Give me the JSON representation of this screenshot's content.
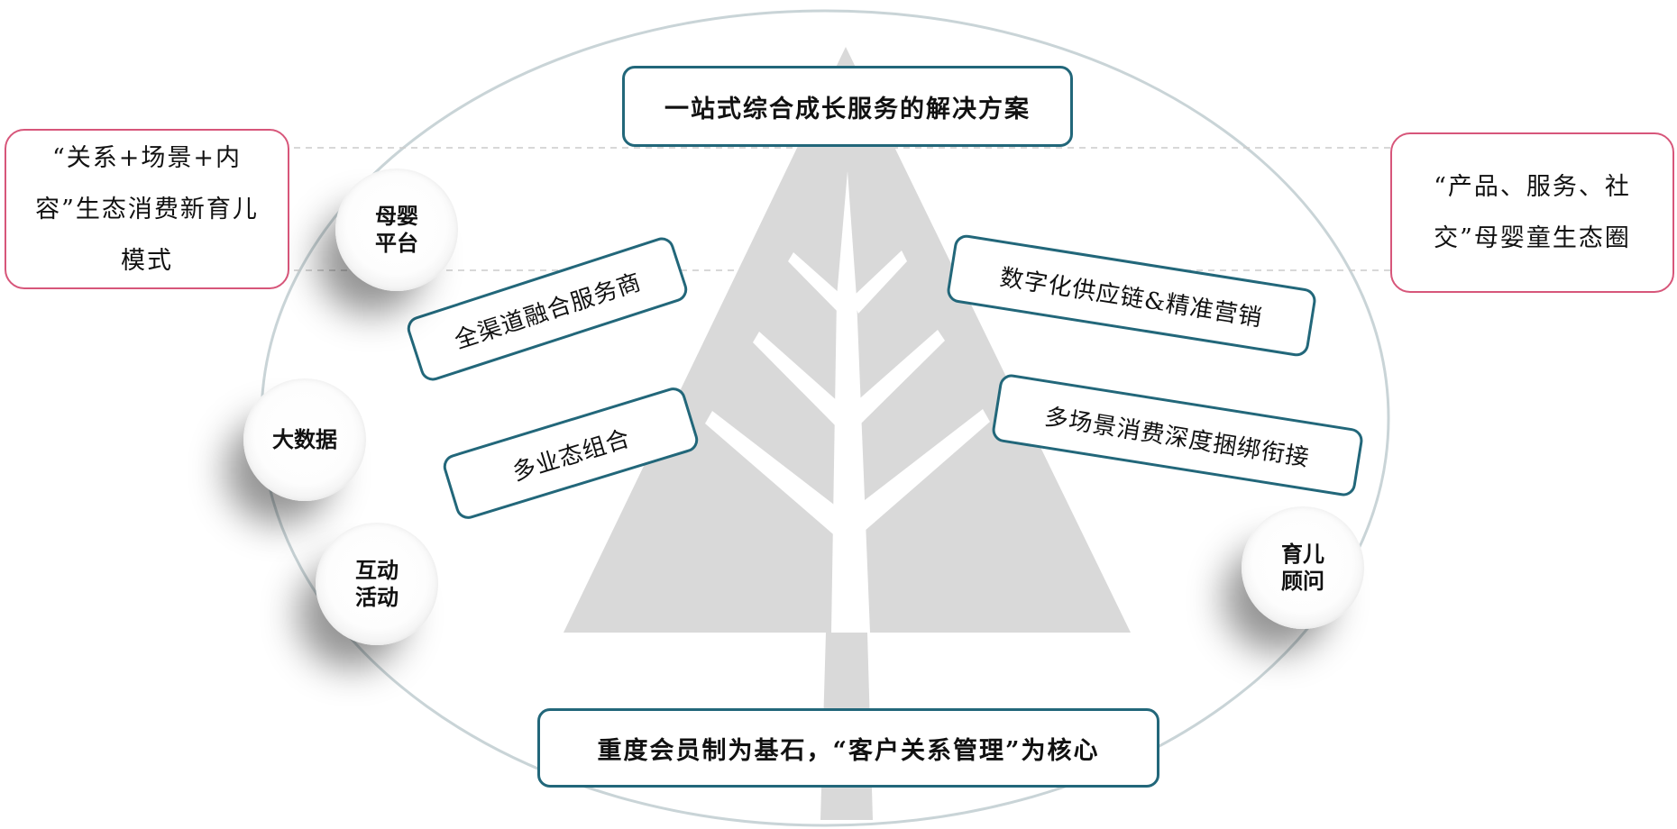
{
  "diagram": {
    "title": "一站式综合成长服务的解决方案",
    "foundation": "重度会员制为基石，“客户关系管理”为核心",
    "left_note": "“关系+场景+内容”生态消费新育儿模式",
    "right_note": "“产品、服务、社交”母婴童生态圈",
    "labels": {
      "channel": "全渠道融合服务商",
      "formats": "多业态组合",
      "supply_chain": "数字化供应链&精准营销",
      "scenario": "多场景消费深度捆绑衔接"
    },
    "circles": {
      "maternal": "母婴平台",
      "bigdata": "大数据",
      "activity": "互动活动",
      "advisor": "育儿顾问"
    }
  },
  "colors": {
    "accent_teal": "#22677a",
    "accent_pink": "#d7567a",
    "tree_gray": "#d9d9d9",
    "ellipse_stroke": "#c9d4d7"
  }
}
